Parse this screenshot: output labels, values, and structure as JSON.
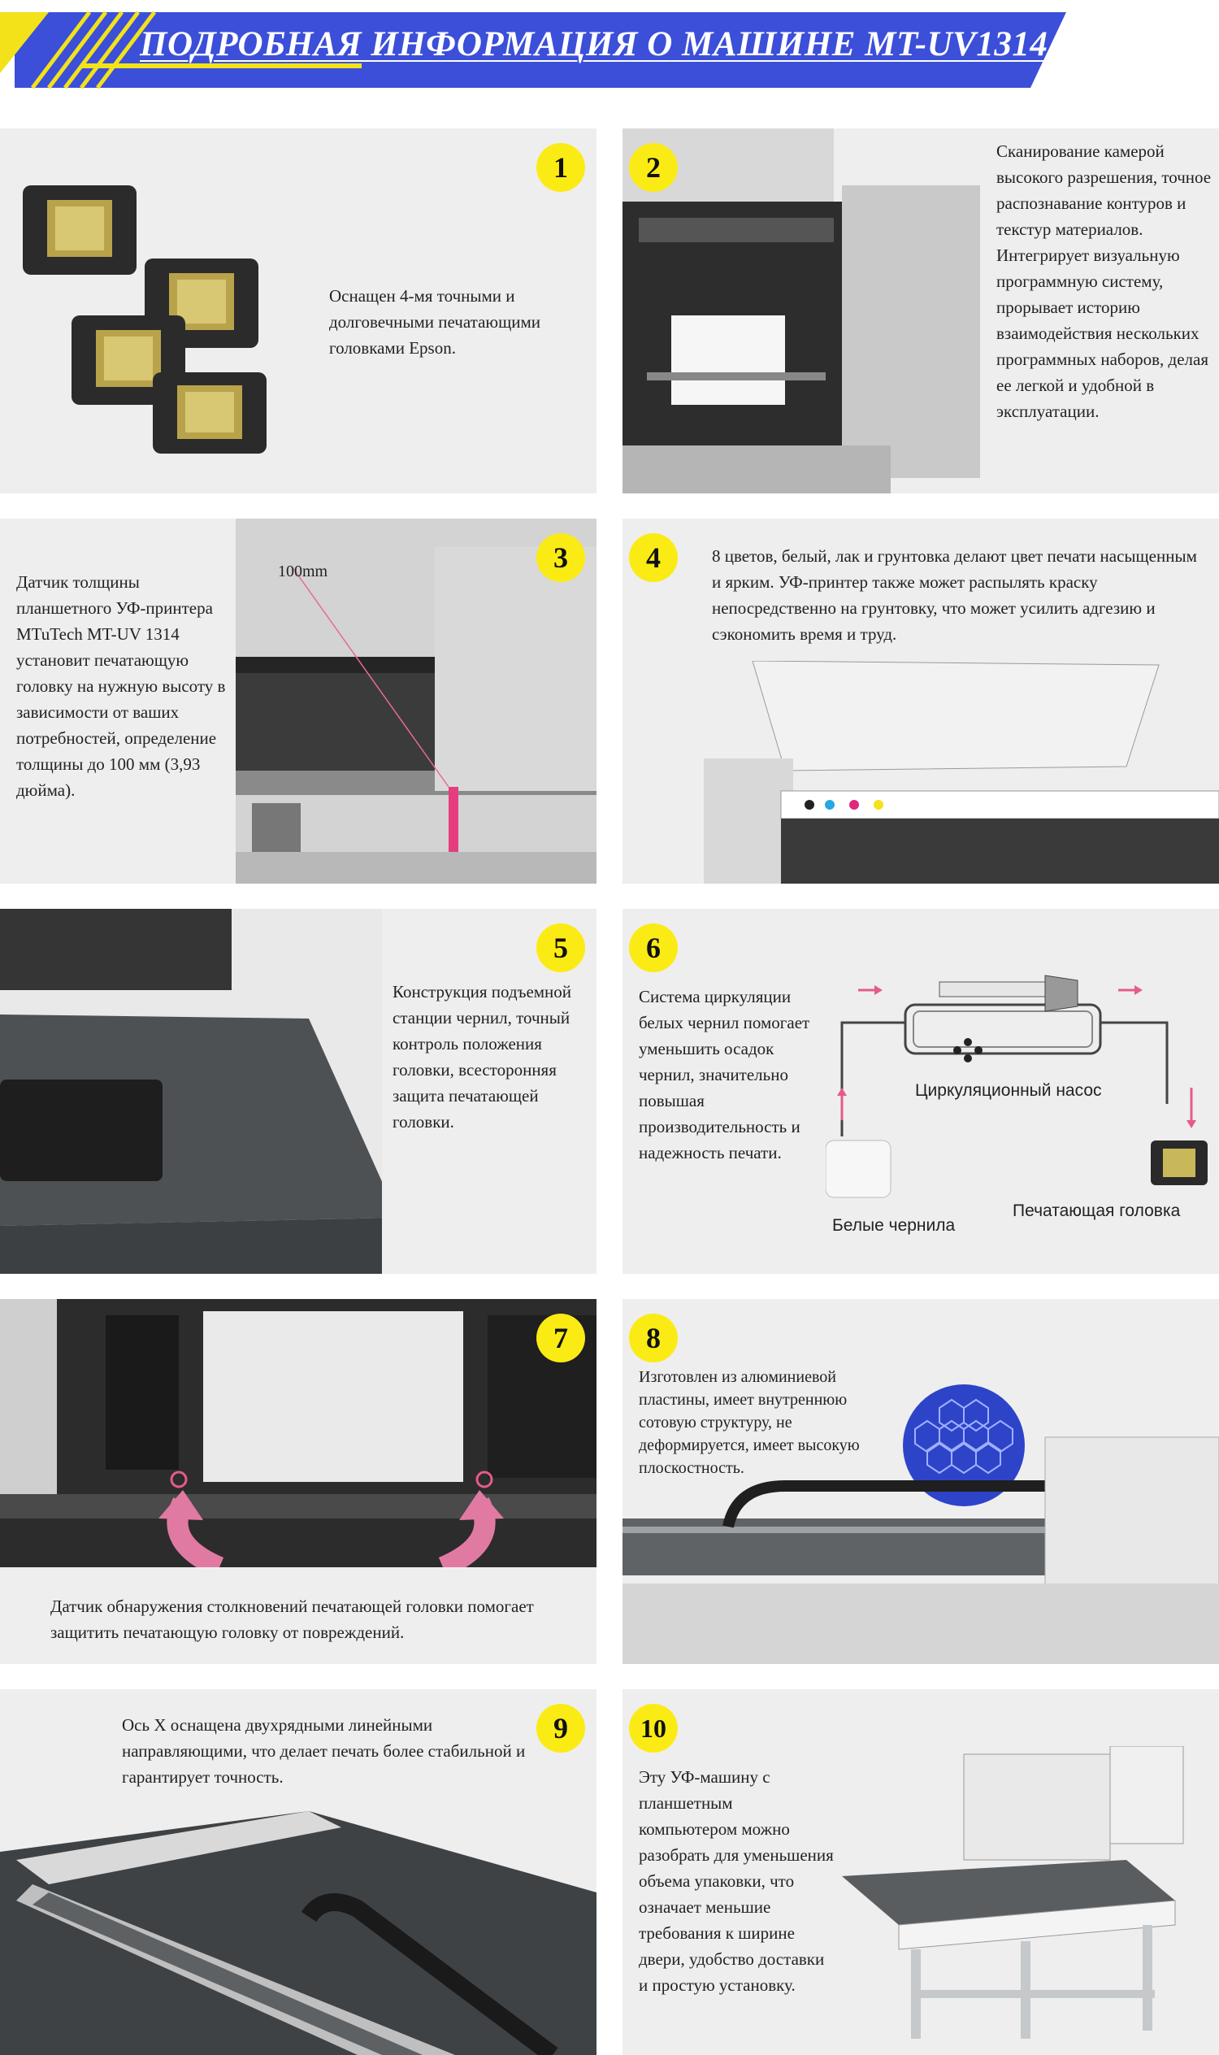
{
  "banner": {
    "title": "ПОДРОБНАЯ ИНФОРМАЦИЯ О МАШИНЕ MT-UV1314",
    "colors": {
      "blue": "#3b4fd8",
      "yellow": "#f3e21a"
    }
  },
  "panels": [
    {
      "num": "1",
      "text": "Оснащен 4-мя точными и долговечными печатающими головками Epson."
    },
    {
      "num": "2",
      "text": "Сканирование камерой высокого разрешения, точное распознавание контуров и текстур материалов. Интегрирует визуальную программную систему, прорывает историю взаимодействия нескольких программных наборов, делая ее легкой и удобной в эксплуатации."
    },
    {
      "num": "3",
      "text": "Датчик толщины планшетного УФ-принтера MTuTech MT-UV 1314 установит печатающую головку на нужную высоту в зависимости от ваших потребностей, определение толщины до 100 мм (3,93 дюйма).",
      "measure": "100mm"
    },
    {
      "num": "4",
      "text": "8 цветов, белый, лак и грунтовка делают цвет печати насыщенным и ярким. УФ-принтер также может распылять краску непосредственно на грунтовку, что может усилить адгезию и сэкономить время и труд."
    },
    {
      "num": "5",
      "text": "Конструкция подъемной станции чернил, точный контроль положения головки, всесторонняя защита печатающей головки."
    },
    {
      "num": "6",
      "text": "Система циркуляции белых чернил помогает уменьшить осадок чернил, значительно повышая производительность и надежность печати.",
      "pump_label": "Циркуляционный насос",
      "ink_label": "Белые чернила",
      "head_label": "Печатающая головка"
    },
    {
      "num": "7",
      "text": "Датчик обнаружения столкновений печатающей головки помогает защитить печатающую головку от повреждений."
    },
    {
      "num": "8",
      "text": "Изготовлен из алюминиевой пластины, имеет внутреннюю сотовую структуру, не деформируется, имеет высокую плоскостность."
    },
    {
      "num": "9",
      "text": "Ось X оснащена двухрядными линейными направляющими, что делает печать более стабильной и гарантирует точность."
    },
    {
      "num": "10",
      "text": "Эту УФ-машину с планшетным компьютером можно разобрать для уменьшения объема упаковки, что означает меньшие требования к ширине двери, удобство доставки и простую установку."
    }
  ]
}
